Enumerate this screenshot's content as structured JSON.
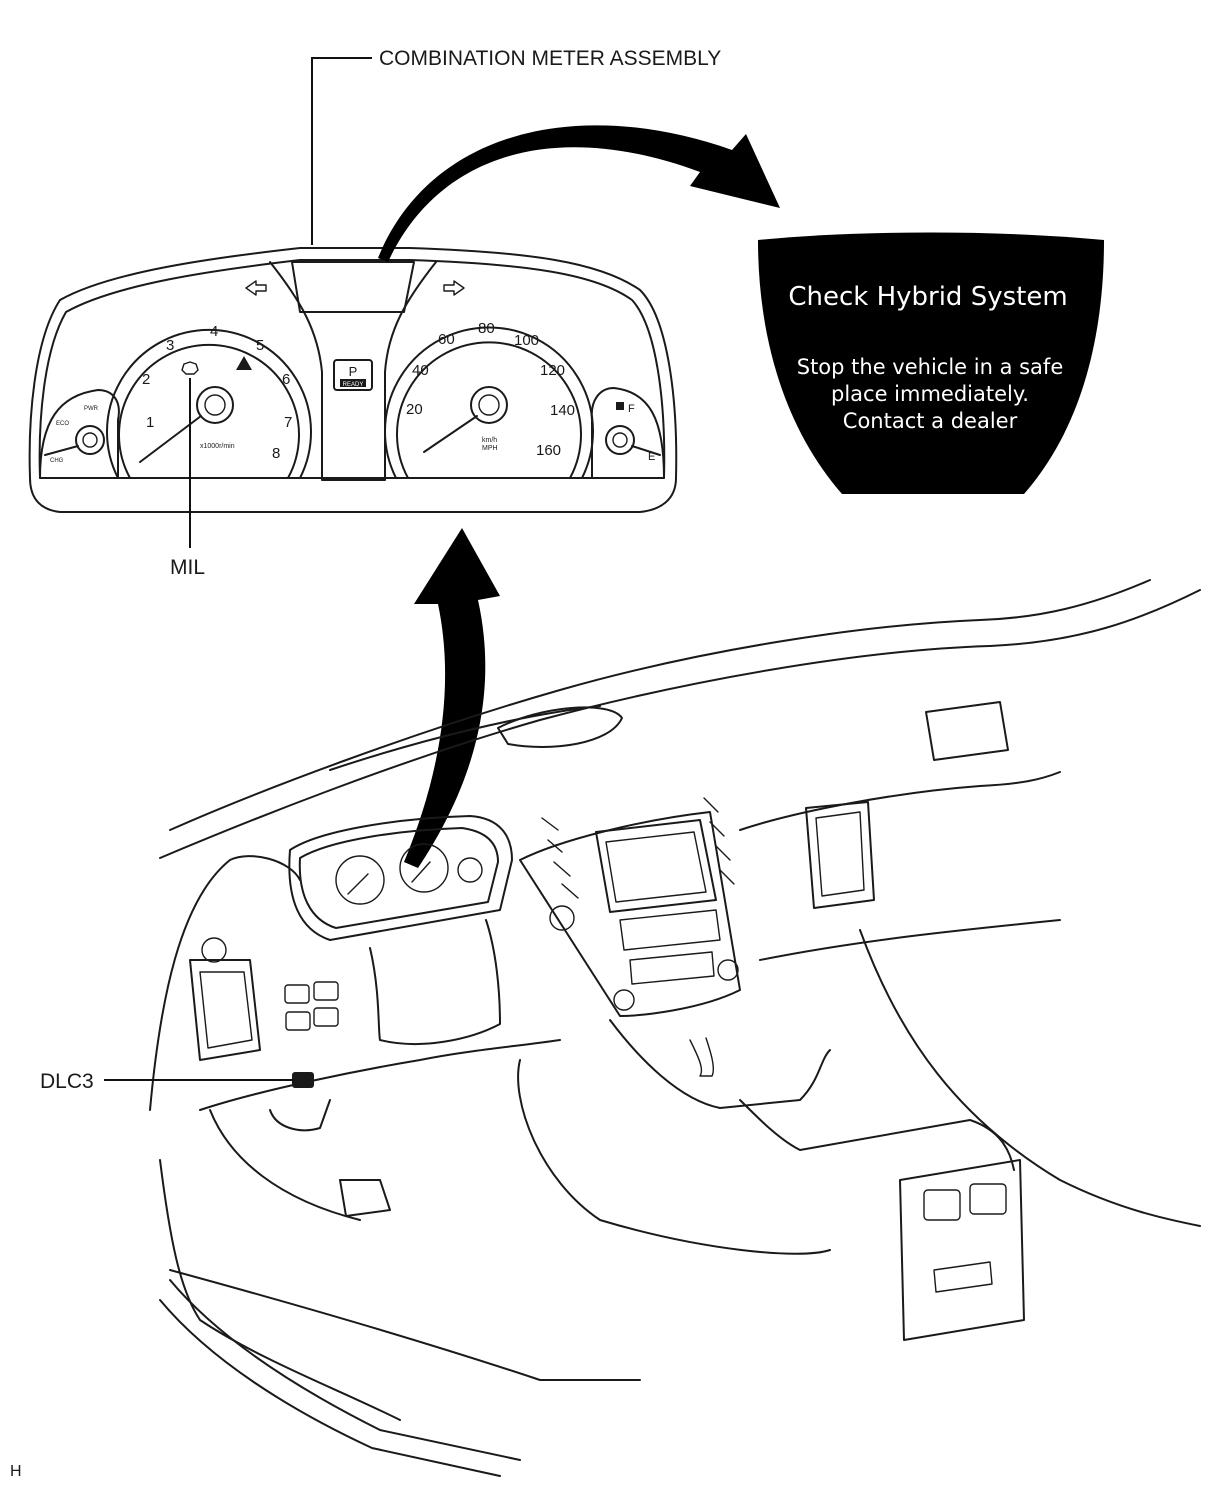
{
  "labels": {
    "combination_meter": "COMBINATION METER ASSEMBLY",
    "mil": "MIL",
    "dlc3": "DLC3",
    "corner_mark": "H"
  },
  "warning_display": {
    "title": "Check  Hybrid  System",
    "line1": "Stop the vehicle in a safe",
    "line2": "place immediately.",
    "line3": "Contact a dealer"
  },
  "tachometer": {
    "ticks": [
      "1",
      "2",
      "3",
      "4",
      "5",
      "6",
      "7",
      "8"
    ],
    "unit": "x1000r/min",
    "warning_icon": "warning-triangle-icon",
    "mil_icon": "engine-check-icon"
  },
  "speedometer": {
    "ticks": [
      "20",
      "40",
      "60",
      "80",
      "100",
      "120",
      "140",
      "160"
    ],
    "unit_lines": [
      "km/h",
      "MPH"
    ]
  },
  "shift_indicator": {
    "gear": "P",
    "mode": "READY"
  },
  "power_meter": {
    "labels": [
      "PWR",
      "ECO",
      "CHG"
    ]
  },
  "fuel_gauge": {
    "full": "F",
    "empty": "E",
    "icon": "fuel-pump-icon"
  },
  "turn_signals": [
    "turn-left-arrow-icon",
    "turn-right-arrow-icon"
  ]
}
